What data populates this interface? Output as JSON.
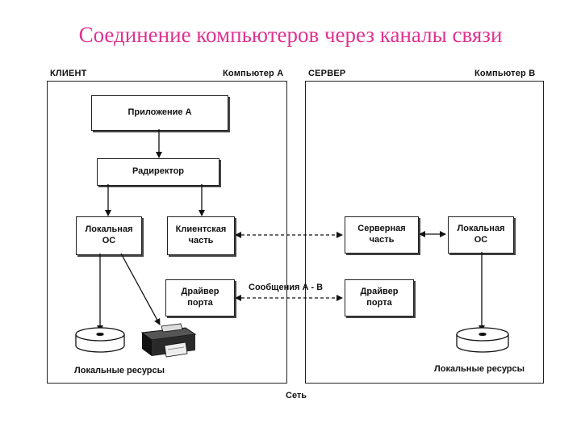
{
  "title": "Соединение компьютеров через каналы связи",
  "client": {
    "role": "КЛИЕНТ",
    "computer": "Компьютер А",
    "app": "Приложение А",
    "redirector": "Радиректор",
    "local_os": "Локальная\nОС",
    "client_part": "Клиентская\nчасть",
    "port_driver": "Драйвер\nпорта",
    "resources": "Локальные ресурсы"
  },
  "server": {
    "role": "СЕРВЕР",
    "computer": "Компьютер В",
    "server_part": "Серверная\nчасть",
    "local_os": "Локальная\nОС",
    "port_driver": "Драйвер\nпорта",
    "resources": "Локальные ресурсы"
  },
  "messages_label": "Сообщения А - В",
  "network_label": "Сеть",
  "icons": [
    "disk-icon",
    "printer-icon"
  ]
}
